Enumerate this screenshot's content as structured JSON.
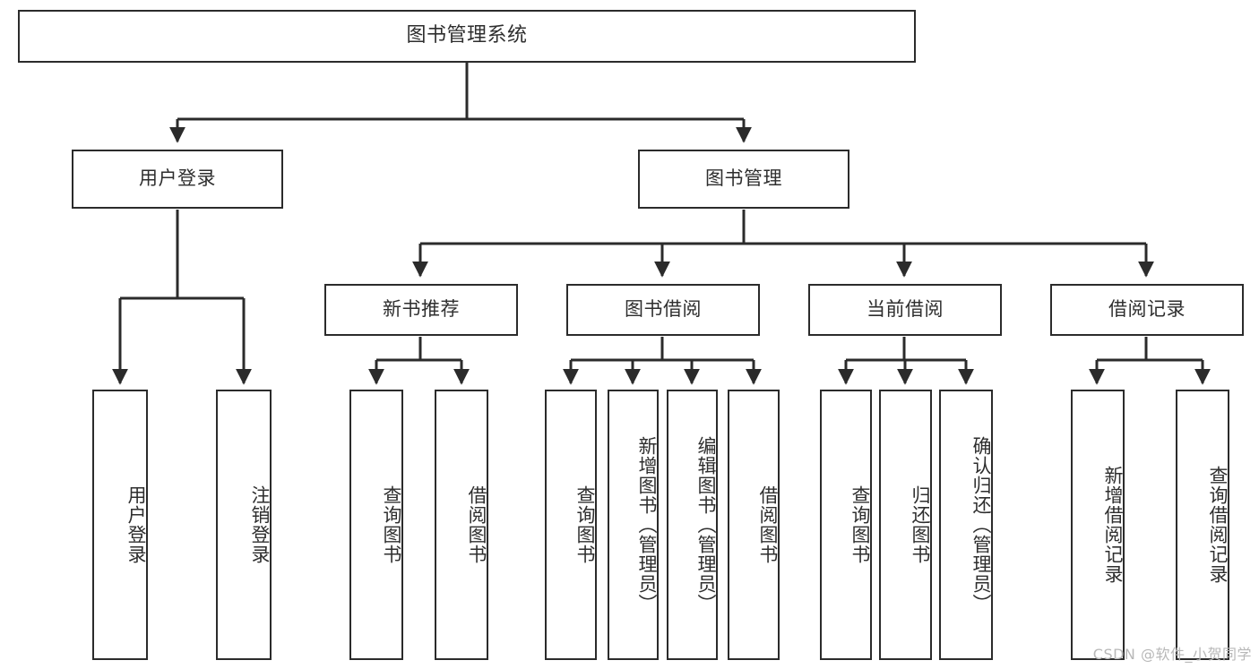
{
  "diagram": {
    "title": "图书管理系统",
    "type": "tree-hierarchy",
    "root": {
      "label": "图书管理系统"
    },
    "level2": [
      {
        "label": "用户登录"
      },
      {
        "label": "图书管理"
      }
    ],
    "level3": [
      {
        "label": "新书推荐"
      },
      {
        "label": "图书借阅"
      },
      {
        "label": "当前借阅"
      },
      {
        "label": "借阅记录"
      }
    ],
    "leaves": {
      "user_login": [
        {
          "label": "用户登录"
        },
        {
          "label": "注销登录"
        }
      ],
      "new_book_recommend": [
        {
          "label": "查询图书"
        },
        {
          "label": "借阅图书"
        }
      ],
      "book_borrow": [
        {
          "label": "查询图书"
        },
        {
          "label": "新增图书（管理员）"
        },
        {
          "label": "编辑图书（管理员）"
        },
        {
          "label": "借阅图书"
        }
      ],
      "current_borrow": [
        {
          "label": "查询图书"
        },
        {
          "label": "归还图书"
        },
        {
          "label": "确认归还（管理员）"
        }
      ],
      "borrow_record": [
        {
          "label": "新增借阅记录"
        },
        {
          "label": "查询借阅记录"
        }
      ]
    }
  },
  "watermark": {
    "text": "CSDN @软件_小贺同学"
  },
  "colors": {
    "border": "#2b2b2b",
    "text": "#2e2e2e",
    "background": "#ffffff",
    "watermark": "#b8b8b8"
  }
}
